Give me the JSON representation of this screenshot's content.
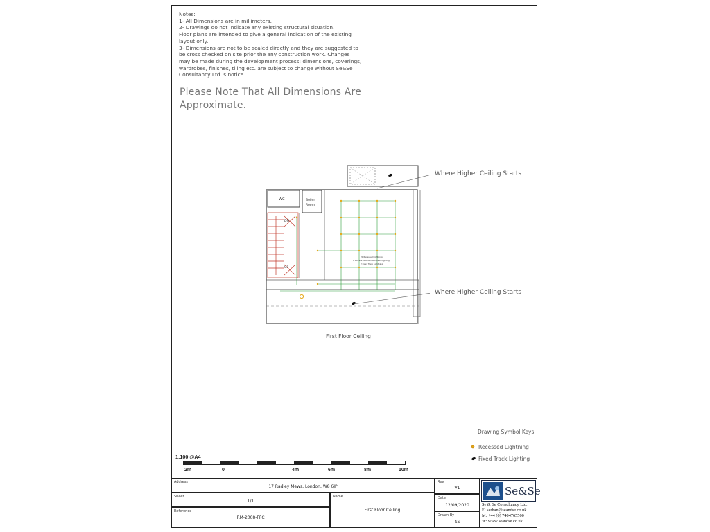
{
  "notes": {
    "title": "Notes:",
    "lines": [
      "1- All Dimensions are in millimeters.",
      "2- Drawings do not indicate any existing structural situation.",
      "Floor plans are intended to give a general indication of the existing",
      "layout only.",
      "3- Dimensions are not to be scaled directly and they are suggested to",
      "be cross checked on site prior the any construction work. Changes",
      "may be made during the development process; dimensions, coverings,",
      "wardrobes, finishes, tiling etc. are subject to change without Se&Se",
      "Consultancy Ltd. s notice."
    ],
    "approx_line1": "Please Note That All Dimensions Are",
    "approx_line2": "Approximate."
  },
  "plan": {
    "title": "First Floor Ceiling",
    "callout_top": "Where Higher Ceiling Starts",
    "callout_bottom": "Where Higher Ceiling Starts",
    "room_wc": "WC",
    "room_boiler_1": "Boiler",
    "room_boiler_2": "Room",
    "stair_dn": "DN",
    "stair_up": "UP",
    "lighting_note_1": "20 Recessed Lightning",
    "lighting_note_2": "1 Surface Mounted Recessed Lighting",
    "lighting_note_3": "2 Fixed Track Lightning",
    "colors": {
      "grid": "#2e9e3a",
      "wall": "#444444",
      "stair": "#c0392b",
      "recessed": "#e6a817",
      "track": "#111111"
    }
  },
  "keys": {
    "title": "Drawing Symbol Keys",
    "recessed": "Recessed Lightning",
    "track": "Fixed Track Lighting"
  },
  "scale": {
    "label": "1:100 @A4",
    "ticks": [
      "2m",
      "0",
      "4m",
      "6m",
      "8m",
      "10m"
    ]
  },
  "title_block": {
    "address_label": "Address",
    "address": "17 Radley Mews, London, W8 6JP",
    "sheet_label": "Sheet",
    "sheet": "1/1",
    "name_label": "Name",
    "name": "First Floor Ceiling",
    "reference_label": "Reference",
    "reference": "RM-2008-FFC",
    "rev_label": "Rev",
    "rev": "V1",
    "date_label": "Date",
    "date": "12/09/2020",
    "drawn_label": "Drawn By",
    "drawn": "SS"
  },
  "company": {
    "logo_text": "Se&Se",
    "name": "Se & Se Consultancy Ltd.",
    "email": "E: serhan@seandse.co.uk",
    "phone": "M: +44 (0) 7404765500",
    "web": "W: www.seandse.co.uk"
  }
}
